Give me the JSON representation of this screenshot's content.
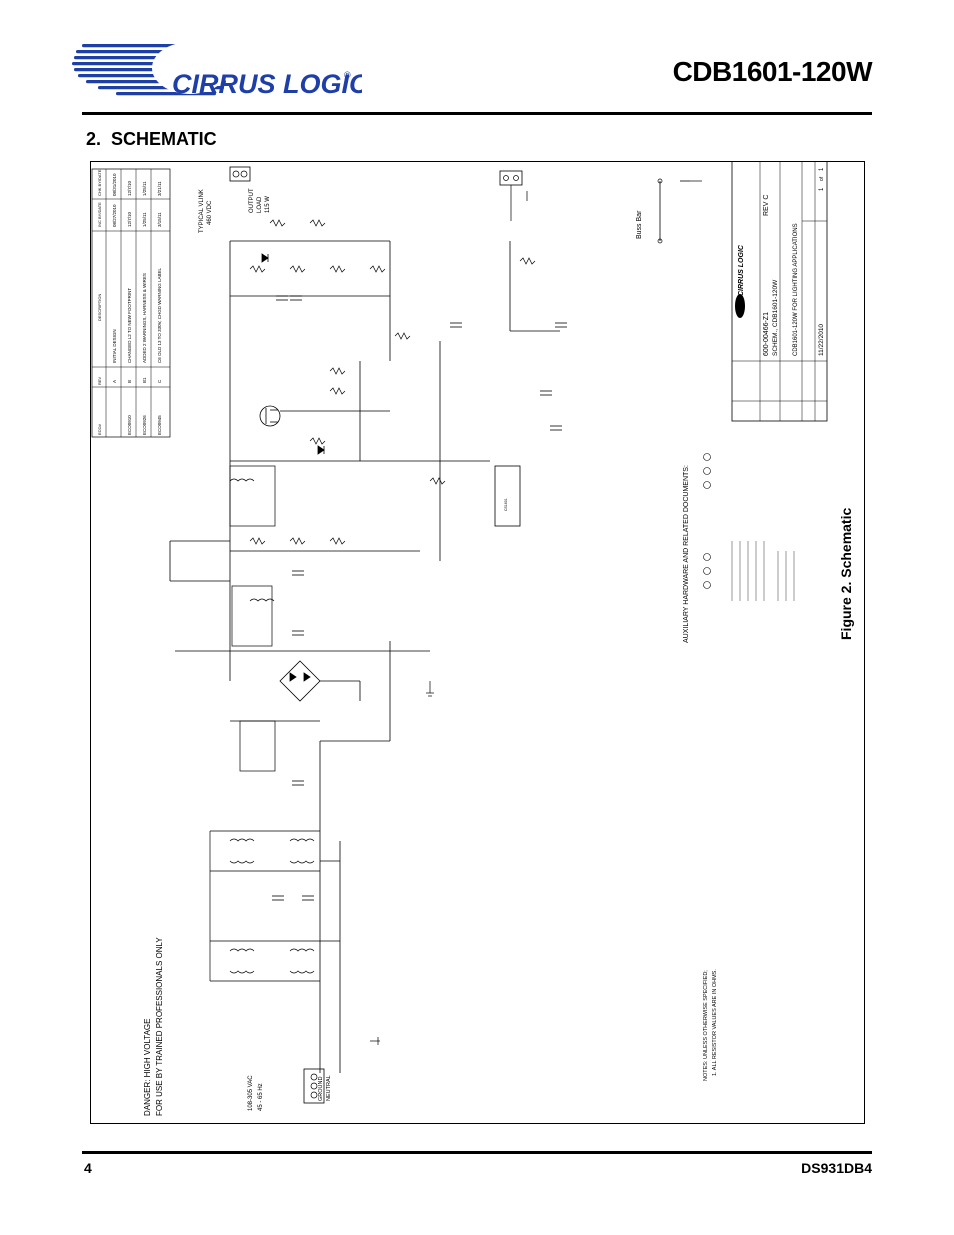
{
  "header": {
    "brand": "CIRRUS LOGIC",
    "registered_mark": "®",
    "doc_title": "CDB1601-120W",
    "brand_color": "#1f3fa8"
  },
  "section": {
    "number": "2.",
    "title": "Schematic"
  },
  "revision_table": {
    "headers": [
      "ECO#",
      "REV",
      "DESCRIPTION",
      "INC BY/DATE",
      "CHK BY/DATE"
    ],
    "rows": [
      [
        "",
        "A",
        "INITIAL DESIGN",
        "08/27/2010",
        "08/31/2010"
      ],
      [
        "ECO0910",
        "B",
        "CHANGED L2 TO NEW FOOTPRINT",
        "12/7/10",
        "12/7/10"
      ],
      [
        "ECO0926",
        "B1",
        "ADDED 2 WARNINGS, HARNESS & WIRES",
        "1/25/11",
        "1/25/11"
      ],
      [
        "ECO0945",
        "C",
        "C6 OLD 13 TO 330V, CHGD WARNING LABEL",
        "3/15/11",
        "3/21/11"
      ]
    ]
  },
  "warnings": {
    "danger_line": "DANGER:    HIGH VOLTAGE",
    "professionals_line": "FOR USE BY TRAINED PROFESSIONALS ONLY"
  },
  "input_block": {
    "voltage": "108-305 VAC",
    "frequency": "45 - 65 Hz",
    "terminals": [
      "GROUND",
      "NEUTRAL"
    ]
  },
  "output_block": {
    "label": "TYPICAL VLINK",
    "vlink": "460 VDC",
    "load_lines": [
      "OUTPUT",
      "LOAD",
      "115 W"
    ]
  },
  "notes": {
    "title": "NOTES: UNLESS OTHERWISE SPECIFIED;",
    "item": "1.  ALL RESISTOR VALUES ARE IN OHMS."
  },
  "aux": {
    "title": "AUXILIARY HARDWARE AND RELATED DOCUMENTS:",
    "bus_bar": "Buss Bar"
  },
  "title_block": {
    "drawing_no": "600-00466-Z1",
    "rev": "REV C",
    "title_line1": "SCHEM., CDB1601-120W",
    "title_line2": "CDB1601-120W FOR LIGHTING APPLICATIONS",
    "date": "11/22/2010",
    "sheet": "1",
    "of": "1"
  },
  "figure": {
    "caption": "Figure 2.  Schematic"
  },
  "footer": {
    "page_number": "4",
    "doc_id": "DS931DB4"
  }
}
